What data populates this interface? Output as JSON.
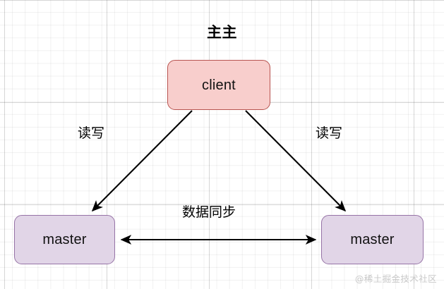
{
  "diagram": {
    "title": "主主",
    "watermark": "@稀土掘金技术社区",
    "nodes": [
      {
        "id": "client",
        "label": "client",
        "fill": "#f8cecc",
        "stroke": "#b85450"
      },
      {
        "id": "master-left",
        "label": "master",
        "fill": "#e1d5e7",
        "stroke": "#9673a6"
      },
      {
        "id": "master-right",
        "label": "master",
        "fill": "#e1d5e7",
        "stroke": "#9673a6"
      }
    ],
    "edges": [
      {
        "id": "client-to-master-left",
        "label": "读写",
        "arrow": "single",
        "color": "#000000"
      },
      {
        "id": "client-to-master-right",
        "label": "读写",
        "arrow": "single",
        "color": "#000000"
      },
      {
        "id": "master-to-master",
        "label": "数据同步",
        "arrow": "double",
        "color": "#000000"
      }
    ]
  }
}
